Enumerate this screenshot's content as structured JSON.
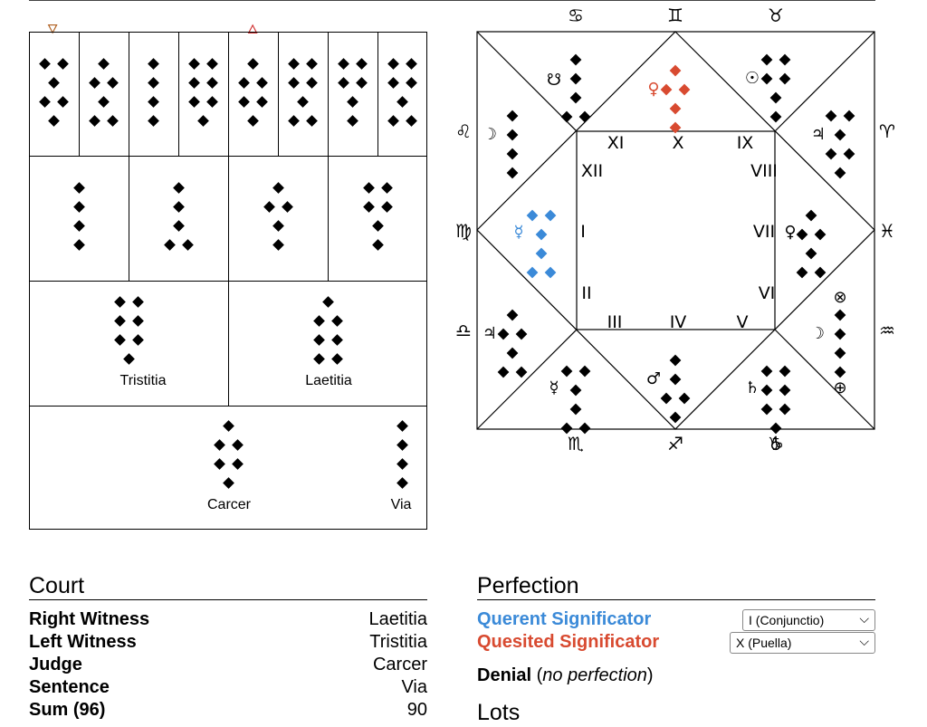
{
  "elements": {
    "water": "🜄",
    "fire": "🜂",
    "water_color": "#b06020",
    "fire_color": "#d03030"
  },
  "shield": {
    "tristitia_label": "Tristitia",
    "laetitia_label": "Laetitia",
    "carcer_label": "Carcer",
    "via_label": "Via"
  },
  "chart": {
    "houses": [
      "I",
      "II",
      "III",
      "IV",
      "V",
      "VI",
      "VII",
      "VIII",
      "IX",
      "X",
      "XI",
      "XII"
    ],
    "signs": {
      "cancer": "♋",
      "gemini": "♊",
      "taurus": "♉",
      "leo": "♌",
      "aries": "♈",
      "virgo": "♍",
      "pisces": "♓",
      "libra": "♎",
      "aquarius": "♒",
      "scorpio": "♏",
      "sagittarius": "♐",
      "capricorn": "♑"
    },
    "planets": {
      "h12": "☋",
      "h10": "♀",
      "h9": "☉",
      "h11": "☽",
      "h8": "♃",
      "h1": "☿",
      "h7": "♀",
      "h2": "♃",
      "h6a": "⊗",
      "h6b": "☽",
      "h6c": "⊕",
      "h3": "☿",
      "h4": "♂",
      "h5": "♄",
      "h5b": "♁"
    },
    "querent_color": "#3b8ad8",
    "quesited_color": "#d84a30"
  },
  "court": {
    "heading": "Court",
    "rows": [
      {
        "label": "Right Witness",
        "value": "Laetitia"
      },
      {
        "label": "Left Witness",
        "value": "Tristitia"
      },
      {
        "label": "Judge",
        "value": "Carcer"
      },
      {
        "label": "Sentence",
        "value": "Via"
      },
      {
        "label": "Sum (96)",
        "value": "90"
      }
    ]
  },
  "perfection": {
    "heading": "Perfection",
    "querent_label": "Querent Significator",
    "quesited_label": "Quesited Significator",
    "querent_select": "I (Conjunctio)",
    "quesited_select": "X (Puella)",
    "result_bold": "Denial",
    "result_italic": "no perfection"
  },
  "lots": {
    "heading": "Lots"
  }
}
